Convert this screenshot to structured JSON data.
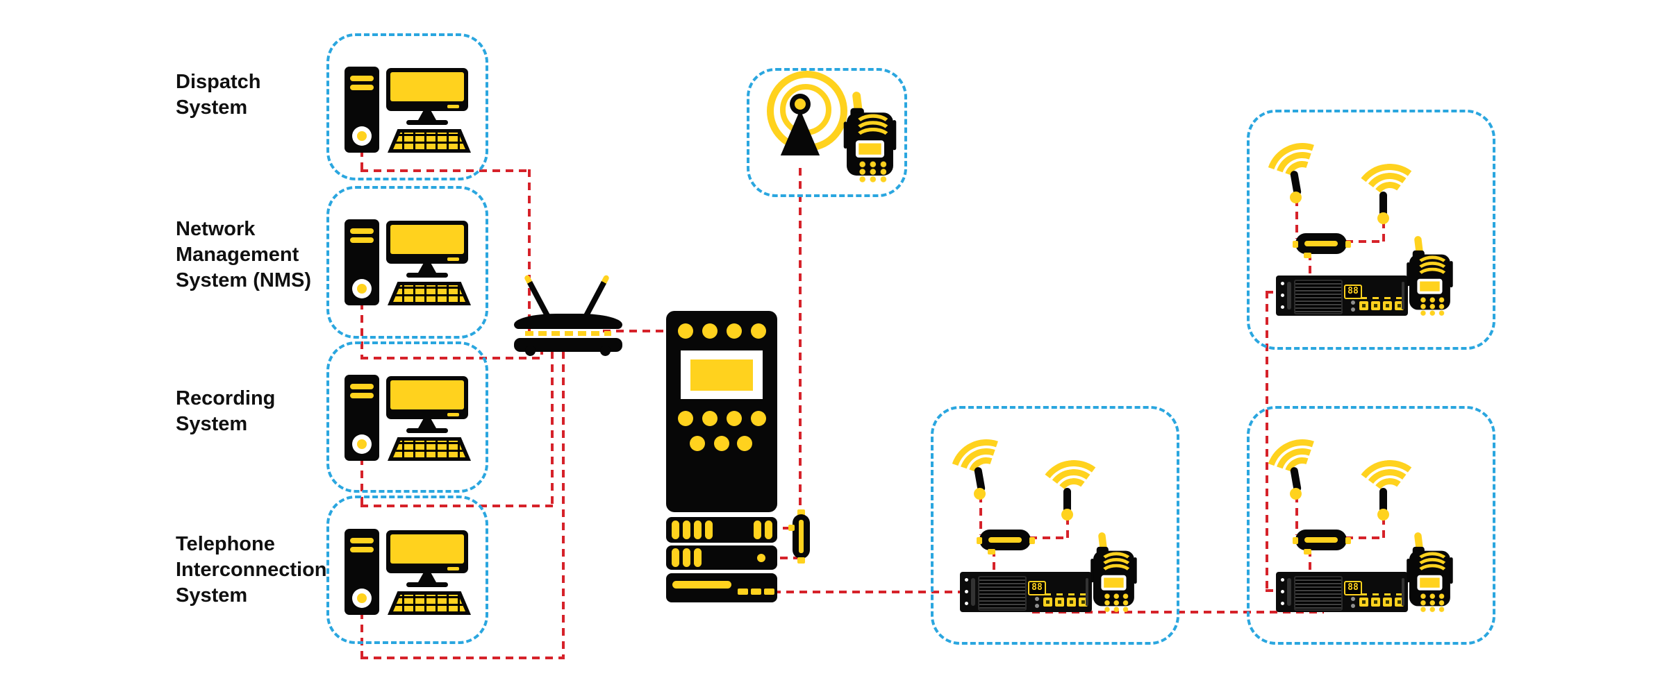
{
  "colors": {
    "background": "#FFFFFF",
    "icon_yellow": "#FFD21E",
    "connector_red": "#D6222A",
    "box_border_blue": "#2AA6DF",
    "icon_black": "#070707"
  },
  "systems": [
    {
      "id": "dispatch-system",
      "label_lines": [
        "Dispatch",
        "System"
      ]
    },
    {
      "id": "network-management-system",
      "label_lines": [
        "Network",
        "Management",
        "System (NMS)"
      ]
    },
    {
      "id": "recording-system",
      "label_lines": [
        "Recording",
        "System"
      ]
    },
    {
      "id": "telephone-interconnection-system",
      "label_lines": [
        "Telephone",
        "Interconnection",
        "System"
      ]
    }
  ],
  "core_equipment": {
    "router_icon": "wireless-router-icon",
    "control_cabinet_icon": "control-cabinet-icon",
    "rack_unit_icons": [
      "rack-unit-1",
      "rack-unit-2",
      "rack-unit-3"
    ],
    "antenna_icon": "dipole-antenna-icon"
  },
  "portable_radio_site": {
    "icons": [
      "broadcast-antenna-icon",
      "portable-radio-icon"
    ]
  },
  "repeater_sites": {
    "count": 3,
    "led_display": "88",
    "icons": [
      "wifi-antenna-icon",
      "wifi-antenna-icon",
      "duplexer-icon",
      "repeater-rack-icon",
      "portable-radio-icon"
    ]
  },
  "connections": [
    "dispatch-system -> router",
    "network-management-system -> router",
    "recording-system -> router",
    "telephone-interconnection-system -> router",
    "router -> control-cabinet",
    "broadcast-antenna -> dipole-antenna",
    "rack-unit-1 -> dipole-antenna",
    "rack-unit-2 -> dipole-antenna",
    "rack-unit-3 -> repeater-site-middle",
    "repeater-site-middle -> repeater-site-bottom-right",
    "repeater-site-top-right -> repeater-site-bottom-right"
  ]
}
